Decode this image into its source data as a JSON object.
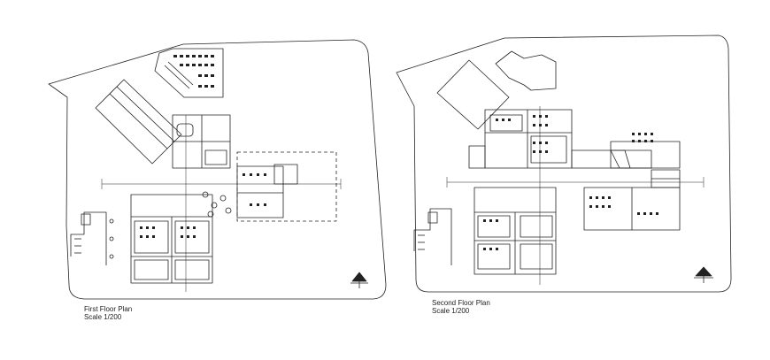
{
  "drawings": [
    {
      "id": "first",
      "title": "First Floor Plan",
      "scale": "Scale 1/200"
    },
    {
      "id": "second",
      "title": "Second Floor Plan",
      "scale": "Scale 1/200"
    }
  ],
  "colors": {
    "line": "#222222",
    "paper": "#ffffff"
  }
}
